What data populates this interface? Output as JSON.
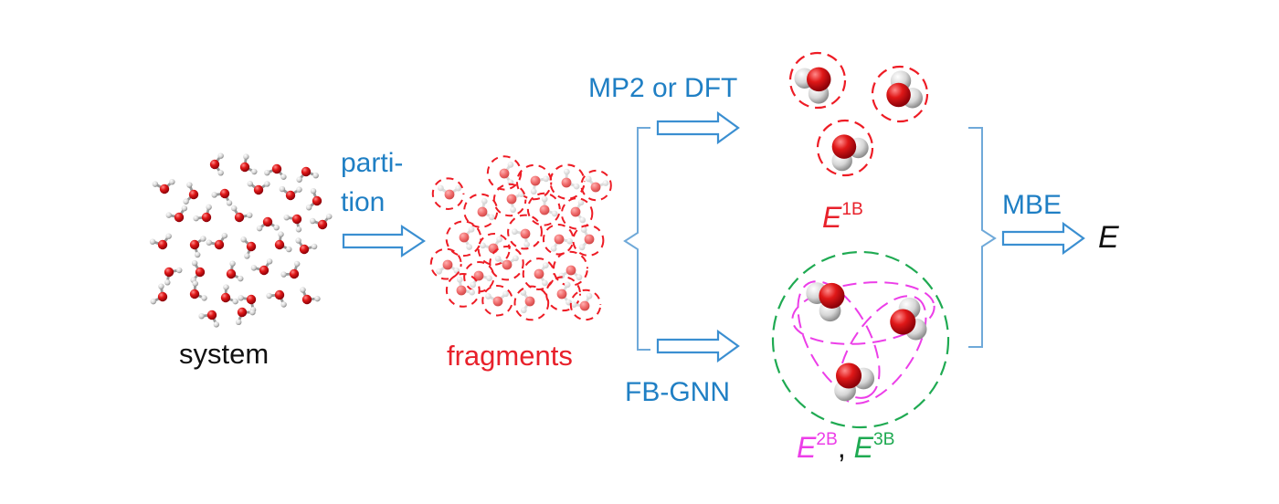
{
  "labels": {
    "system": "system",
    "partition": "parti-",
    "partition_2": "tion",
    "fragments": "fragments",
    "method_top": "MP2 or DFT",
    "method_bottom": "FB-GNN",
    "mbe": "MBE",
    "result": "E"
  },
  "energies": {
    "one_body": {
      "symbol": "E",
      "sup": "1B"
    },
    "two_body": {
      "symbol": "E",
      "sup": "2B"
    },
    "separator": ",",
    "three_body": {
      "symbol": "E",
      "sup": "3B"
    }
  },
  "colors": {
    "text_blue": "#1f7fc4",
    "text_red": "#e8212b",
    "text_black": "#111111",
    "magenta": "#ec3ee8",
    "green": "#1faa52",
    "arrow": "#3b8fd1",
    "oxygen": "#d8141c",
    "hydrogen": "#e6e6e6"
  },
  "icons": [
    "water-molecule-icon",
    "dashed-circle-icon",
    "hollow-arrow-icon",
    "bracket-icon"
  ]
}
